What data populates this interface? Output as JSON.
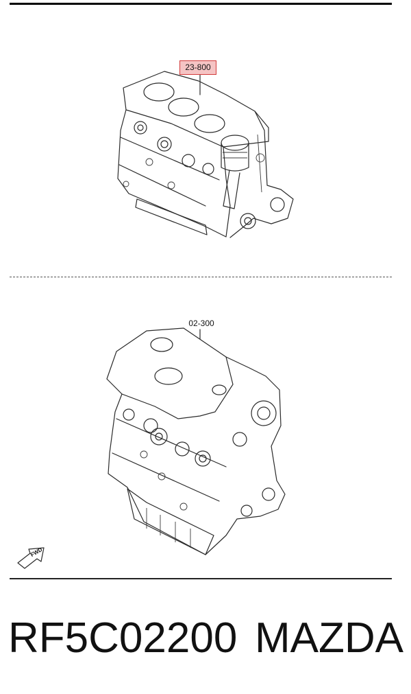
{
  "diagram": {
    "top_part_label": "23-800",
    "bottom_part_label": "02-300",
    "direction_label": "FWD"
  },
  "footer": {
    "part_number": "RF5C02200",
    "brand": "MAZDA"
  },
  "colors": {
    "callout_highlight_fill": "#f5c4c4",
    "callout_highlight_border": "#d23a3a",
    "line_art": "#2a2a2a"
  }
}
